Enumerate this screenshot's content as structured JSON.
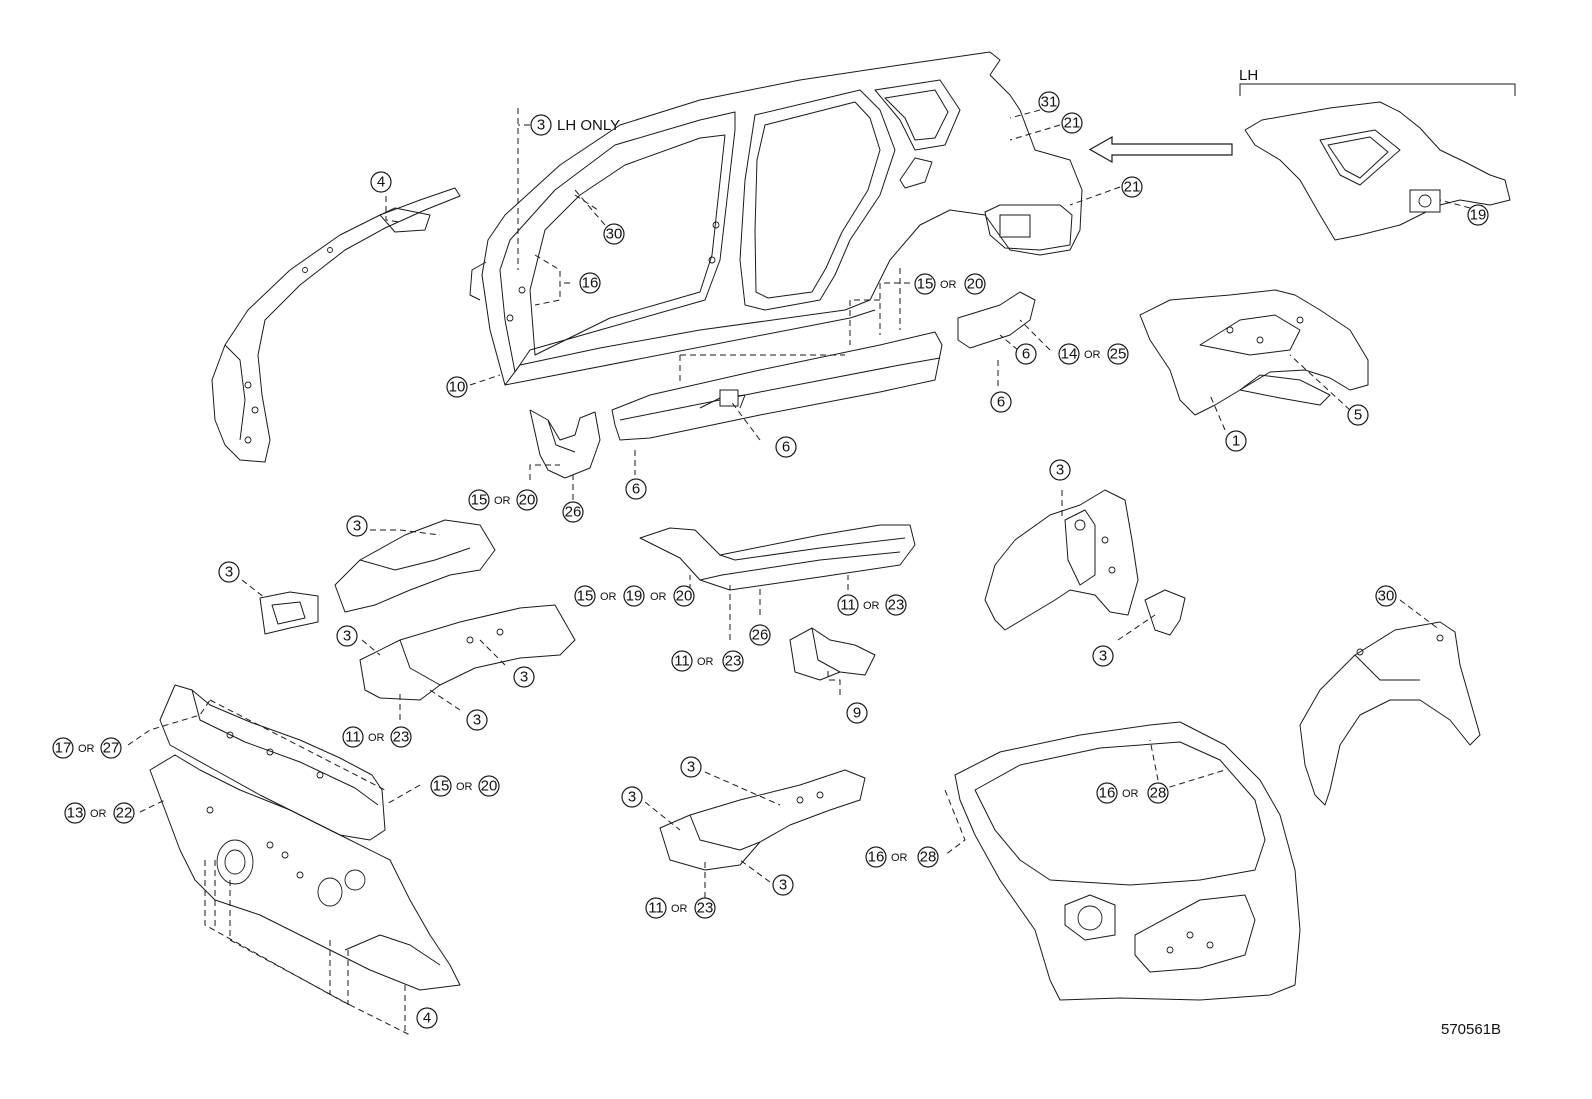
{
  "diagram": {
    "figure_code": "570561B",
    "side_label": "LH",
    "lh_only_note": "LH ONLY",
    "or_word": "OR"
  },
  "callouts": {
    "c_3_lhonly": "3",
    "c_30_pillar": "30",
    "c_16_pillar": "16",
    "c_10": "10",
    "c_31": "31",
    "c_21_a": "21",
    "c_21_b": "21",
    "c_19": "19",
    "c_4_top": "4",
    "c_15_top_a": "15",
    "c_20_top_b": "20",
    "c_6_a": "6",
    "c_14": "14",
    "c_25": "25",
    "c_6_b": "6",
    "c_6_c": "6",
    "c_6_d": "6",
    "c_5": "5",
    "c_1": "1",
    "c_15_mid_a": "15",
    "c_20_mid_b": "20",
    "c_26_a": "26",
    "c_3_a": "3",
    "c_3_b": "3",
    "c_3_c": "3",
    "c_3_d": "3",
    "c_3_e": "3",
    "c_11_a": "11",
    "c_23_a": "23",
    "c_15_c": "15",
    "c_19_c": "19",
    "c_20_c": "20",
    "c_11_b": "11",
    "c_23_b": "23",
    "c_26_b": "26",
    "c_11_c": "11",
    "c_23_c": "23",
    "c_9": "9",
    "c_3_f": "3",
    "c_3_g": "3",
    "c_30_b": "30",
    "c_17": "17",
    "c_27": "27",
    "c_13": "13",
    "c_22": "22",
    "c_15_d": "15",
    "c_20_d": "20",
    "c_4_bottom": "4",
    "c_3_h": "3",
    "c_3_i": "3",
    "c_3_j": "3",
    "c_11_d": "11",
    "c_23_d": "23",
    "c_16_a": "16",
    "c_28_a": "28",
    "c_16_b": "16",
    "c_28_b": "28"
  }
}
